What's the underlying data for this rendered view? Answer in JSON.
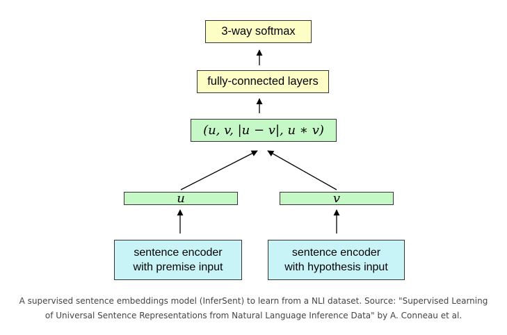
{
  "nodes": {
    "softmax": "3-way softmax",
    "fully_connected": "fully-connected layers",
    "concat": "(u, v, |u − v|, u ∗ v)",
    "u": "u",
    "v": "v",
    "encoder_premise": {
      "line1": "sentence encoder",
      "line2": "with premise input"
    },
    "encoder_hypothesis": {
      "line1": "sentence encoder",
      "line2": "with hypothesis input"
    }
  },
  "caption": {
    "line1": "A supervised sentence embeddings model (InferSent) to learn from a NLI dataset. Source: \"Supervised Learning",
    "line2": "of Universal Sentence Representations from Natural Language Inference Data\" by A. Conneau et al."
  },
  "colors": {
    "yellow_box": "#fdfdc6",
    "green_box": "#c6f7c6",
    "cyan_box": "#c8f4f8",
    "arrow": "#000000"
  }
}
